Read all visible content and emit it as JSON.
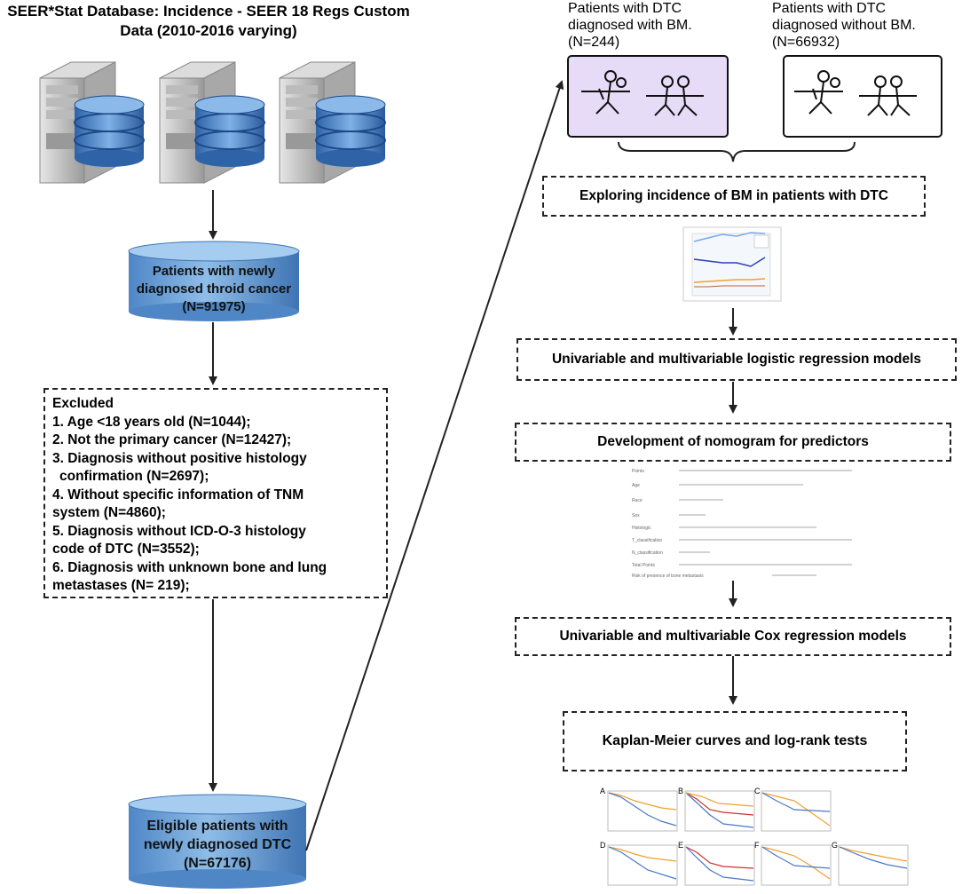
{
  "title": "SEER*Stat Database: Incidence - SEER 18 Regs Custom Data (2010-2016 varying)",
  "cohort_box": "Patients with newly diagnosed throid cancer (N=91975)",
  "excluded": {
    "heading": "Excluded",
    "items": [
      "1. Age <18 years old (N=1044);",
      "2. Not the primary cancer (N=12427);",
      "3. Diagnosis without positive histology",
      "   confirmation (N=2697);",
      "4. Without specific information of TNM",
      "system (N=4860);",
      "5. Diagnosis without ICD-O-3 histology",
      "code of DTC (N=3552);",
      "6. Diagnosis with unknown bone and lung",
      "metastases (N= 219);"
    ]
  },
  "eligible_box": "Eligible patients with newly diagnosed DTC (N=67176)",
  "group_bm": "Patients with DTC diagnosed with BM. (N=244)",
  "group_no_bm": "Patients with DTC diagnosed without BM. (N=66932)",
  "steps": [
    "Exploring incidence of BM in patients with DTC",
    "Univariable and multivariable logistic regression models",
    "Development of nomogram for predictors",
    "Univariable and multivariable Cox regression models",
    "Kaplan-Meier curves and log-rank tests"
  ],
  "km_panels": [
    "A",
    "B",
    "C",
    "D",
    "E",
    "F",
    "G"
  ],
  "colors": {
    "cylinder": "#5b9bd5",
    "bm_box": "#e6dcf7",
    "server": "#cfcfcf"
  }
}
